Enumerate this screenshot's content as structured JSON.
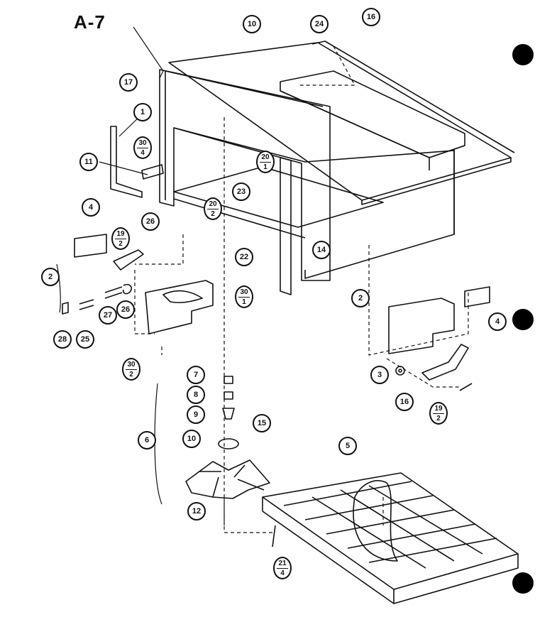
{
  "page": {
    "title": "A-7"
  },
  "labels": {
    "p16_top": "16",
    "p24": "24",
    "p10_top": "10",
    "p17": "17",
    "p1": "1",
    "p11": "11",
    "p4_left": "4",
    "p26_a": "26",
    "p2_left": "2",
    "p27": "27",
    "p26_b": "26",
    "p28": "28",
    "p25": "25",
    "p23": "23",
    "p14": "14",
    "p22": "22",
    "p2_right": "2",
    "p4_right": "4",
    "p3": "3",
    "p16_right": "16",
    "p7": "7",
    "p8": "8",
    "p9": "9",
    "p10_mid": "10",
    "p15": "15",
    "p6": "6",
    "p12": "12",
    "p5": "5"
  },
  "fractions": {
    "f30_4": {
      "top": "30",
      "bottom": "4"
    },
    "f20_1": {
      "top": "20",
      "bottom": "1"
    },
    "f20_2": {
      "top": "20",
      "bottom": "2"
    },
    "f19_2_left": {
      "top": "19",
      "bottom": "2"
    },
    "f30_1": {
      "top": "30",
      "bottom": "1"
    },
    "f30_2": {
      "top": "30",
      "bottom": "2"
    },
    "f19_2_right": {
      "top": "19",
      "bottom": "2"
    },
    "f21_4": {
      "top": "21",
      "bottom": "4"
    }
  }
}
